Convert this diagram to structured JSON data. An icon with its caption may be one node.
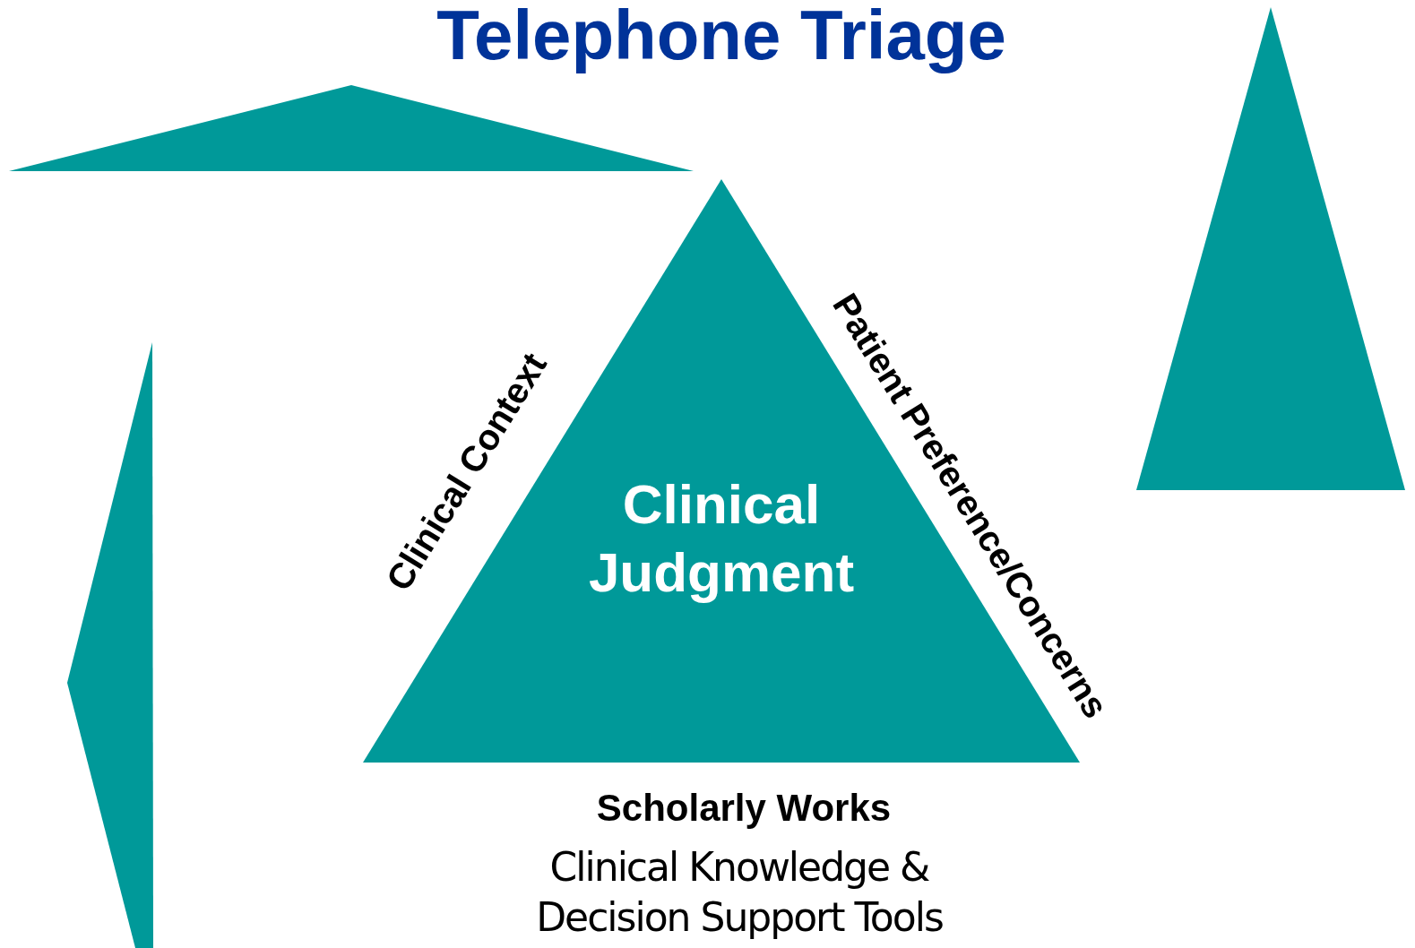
{
  "diagram": {
    "title": "Telephone Triage",
    "nodes": [
      {
        "text": [],
        "shape": "triangle"
      },
      {
        "text": [
          "Clinical Judgment"
        ]
      },
      {
        "text": [],
        "shape": "triangle"
      },
      {
        "text": [],
        "shape": "triangle"
      }
    ],
    "edges": [],
    "labels": [
      "Clinical Context",
      "Patient Preference/Concerns",
      "Scholarly Works",
      "Clinical Knowledge & Decision Support Tools"
    ]
  }
}
